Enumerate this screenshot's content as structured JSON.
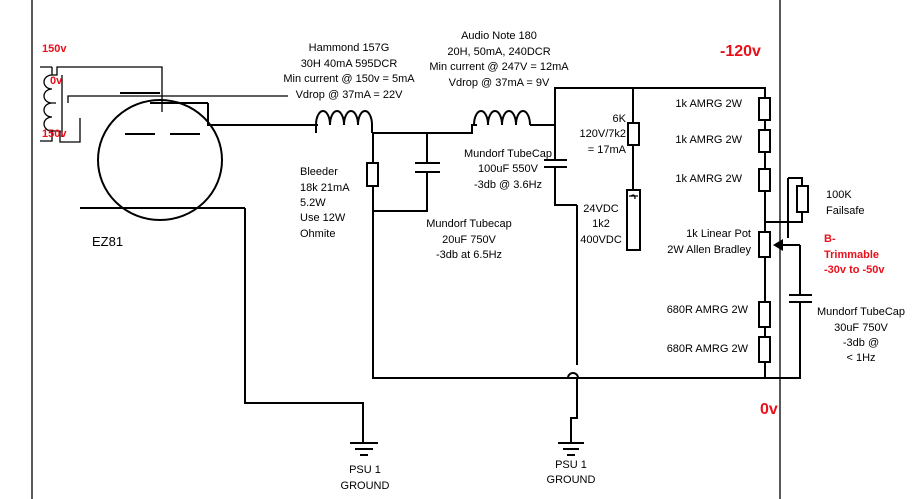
{
  "labels": {
    "v150_top": "150v",
    "v0": "0v",
    "v150_bottom": "150v",
    "tube": "EZ81",
    "choke1": [
      "Hammond 157G",
      "30H 40mA 595DCR",
      "Min current @ 150v = 5mA",
      "Vdrop @ 37mA = 22V"
    ],
    "choke2": [
      "Audio Note 180",
      "20H, 50mA, 240DCR",
      "Min current @ 247V = 12mA",
      "Vdrop @ 37mA = 9V"
    ],
    "neg120": "-120v",
    "bleeder": [
      "Bleeder",
      "18k 21mA",
      "5.2W",
      "Use 12W",
      "Ohmite"
    ],
    "cap1": [
      "Mundorf Tubecap",
      "20uF 750V",
      "-3db at 6.5Hz"
    ],
    "cap2": [
      "Mundorf TubeCap",
      "100uF 550V",
      "-3db @ 3.6Hz"
    ],
    "r6k": [
      "6K",
      "120V/7k2",
      "= 17mA"
    ],
    "zener": [
      "24VDC",
      "1k2",
      "400VDC"
    ],
    "r1": "1k AMRG 2W",
    "r2": "1k AMRG 2W",
    "r3": "1k AMRG 2W",
    "r100k": [
      "100K",
      "Failsafe"
    ],
    "pot": [
      "1k Linear Pot",
      "2W Allen Bradley"
    ],
    "trim": [
      "B-",
      "Trimmable",
      "-30v to -50v"
    ],
    "r680a": "680R AMRG 2W",
    "r680b": "680R AMRG 2W",
    "cap3": [
      "Mundorf TubeCap",
      "30uF 750V",
      "-3db @",
      "< 1Hz"
    ],
    "v0_right": "0v",
    "gnd1": [
      "PSU 1",
      "GROUND"
    ],
    "gnd2": [
      "PSU 1",
      "GROUND"
    ]
  }
}
